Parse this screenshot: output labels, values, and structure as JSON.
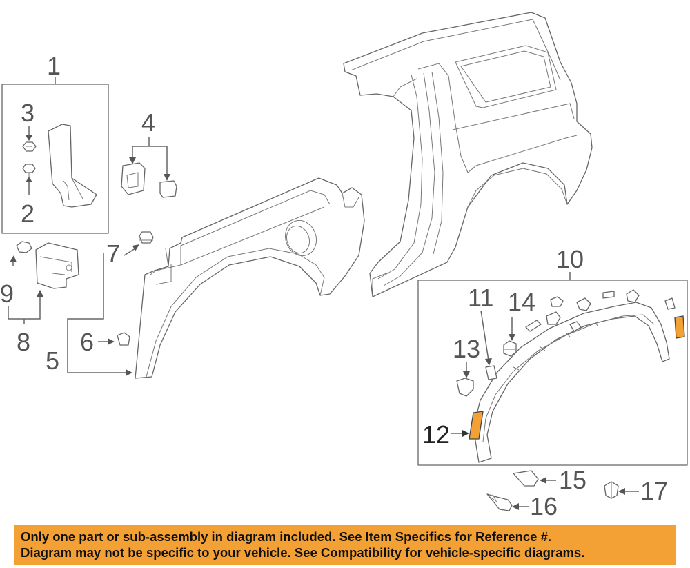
{
  "callouts": {
    "c1": "1",
    "c2": "2",
    "c3": "3",
    "c4": "4",
    "c5": "5",
    "c6": "6",
    "c7": "7",
    "c8": "8",
    "c9": "9",
    "c10": "10",
    "c11": "11",
    "c12": "12",
    "c13": "13",
    "c14": "14",
    "c15": "15",
    "c16": "16",
    "c17": "17"
  },
  "highlight_color": "#f3a035",
  "notice": {
    "line1": "Only one part or sub-assembly in diagram included. See Item Specifics for Reference #.",
    "line2": "Diagram may not be specific to your vehicle. See Compatibility for vehicle-specific diagrams."
  }
}
